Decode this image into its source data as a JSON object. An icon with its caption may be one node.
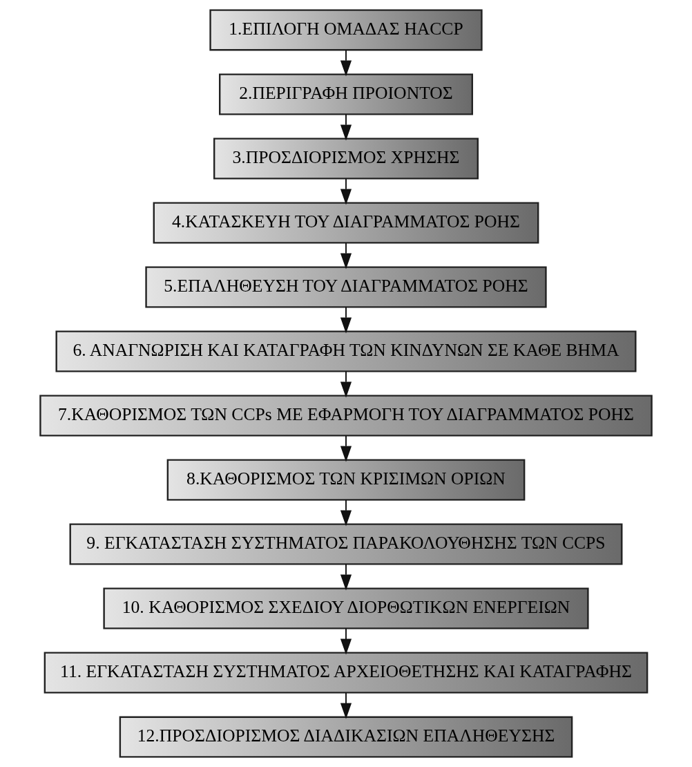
{
  "diagram": {
    "nodes": [
      {
        "text": [
          "1.ΕΠΙΛΟΓΗ ΟΜΑΔΑΣ HACCP"
        ]
      },
      {
        "text": [
          "2.ΠΕΡΙΓΡΑΦΗ ΠΡΟΙΟΝΤΟΣ"
        ]
      },
      {
        "text": [
          "3.ΠΡΟΣΔΙΟΡΙΣΜΟΣ ΧΡΗΣΗΣ"
        ]
      },
      {
        "text": [
          "4.ΚΑΤΑΣΚΕΥΗ ΤΟΥ ΔΙΑΓΡΑΜΜΑΤΟΣ ΡΟΗΣ"
        ]
      },
      {
        "text": [
          "5.ΕΠΑΛΗΘΕΥΣΗ ΤΟΥ ΔΙΑΓΡΑΜΜΑΤΟΣ ΡΟΗΣ"
        ]
      },
      {
        "text": [
          "6. ΑΝΑΓΝΩΡΙΣΗ ΚΑΙ ΚΑΤΑΓΡΑΦΗ ΤΩΝ ΚΙΝΔΥΝΩΝ ΣΕ ΚΑΘΕ ΒΗΜΑ"
        ]
      },
      {
        "text": [
          "7.ΚΑΘΟΡΙΣΜΟΣ ΤΩΝ CCPs ΜΕ ΕΦΑΡΜΟΓΗ ΤΟΥ ΔΙΑΓΡΑΜΜΑΤΟΣ ΡΟΗΣ"
        ]
      },
      {
        "text": [
          "8.ΚΑΘΟΡΙΣΜΟΣ ΤΩΝ ΚΡΙΣΙΜΩΝ ΟΡΙΩΝ"
        ]
      },
      {
        "text": [
          "9. ΕΓΚΑΤΑΣΤΑΣΗ ΣΥΣΤΗΜΑΤΟΣ ΠΑΡΑΚΟΛΟΥΘΗΣΗΣ ΤΩΝ CCPS"
        ]
      },
      {
        "text": [
          "10. ΚΑΘΟΡΙΣΜΟΣ ΣΧΕΔΙΟΥ ΔΙΟΡΘΩΤΙΚΩΝ ΕΝΕΡΓΕΙΩΝ"
        ]
      },
      {
        "text": [
          "11. ΕΓΚΑΤΑΣΤΑΣΗ ΣΥΣΤΗΜΑΤΟΣ ΑΡΧΕΙΟΘΕΤΗΣΗΣ ΚΑΙ ΚΑΤΑΓΡΑΦΗΣ"
        ]
      },
      {
        "text": [
          "12.ΠΡΟΣΔΙΟΡΙΣΜΟΣ ΔΙΑΔΙΚΑΣΙΩΝ ΕΠΑΛΗΘΕΥΣΗΣ"
        ]
      }
    ],
    "edges": [
      {
        "from": 0,
        "to": 1,
        "arrow": "to"
      },
      {
        "from": 1,
        "to": 2,
        "arrow": "to"
      },
      {
        "from": 2,
        "to": 3,
        "arrow": "to"
      },
      {
        "from": 3,
        "to": 4,
        "arrow": "to"
      },
      {
        "from": 4,
        "to": 5,
        "arrow": "to"
      },
      {
        "from": 5,
        "to": 6,
        "arrow": "to"
      },
      {
        "from": 6,
        "to": 7,
        "arrow": "to"
      },
      {
        "from": 7,
        "to": 8,
        "arrow": "to"
      },
      {
        "from": 8,
        "to": 9,
        "arrow": "to"
      },
      {
        "from": 9,
        "to": 10,
        "arrow": "to"
      },
      {
        "from": 10,
        "to": 11,
        "arrow": "to"
      }
    ]
  }
}
